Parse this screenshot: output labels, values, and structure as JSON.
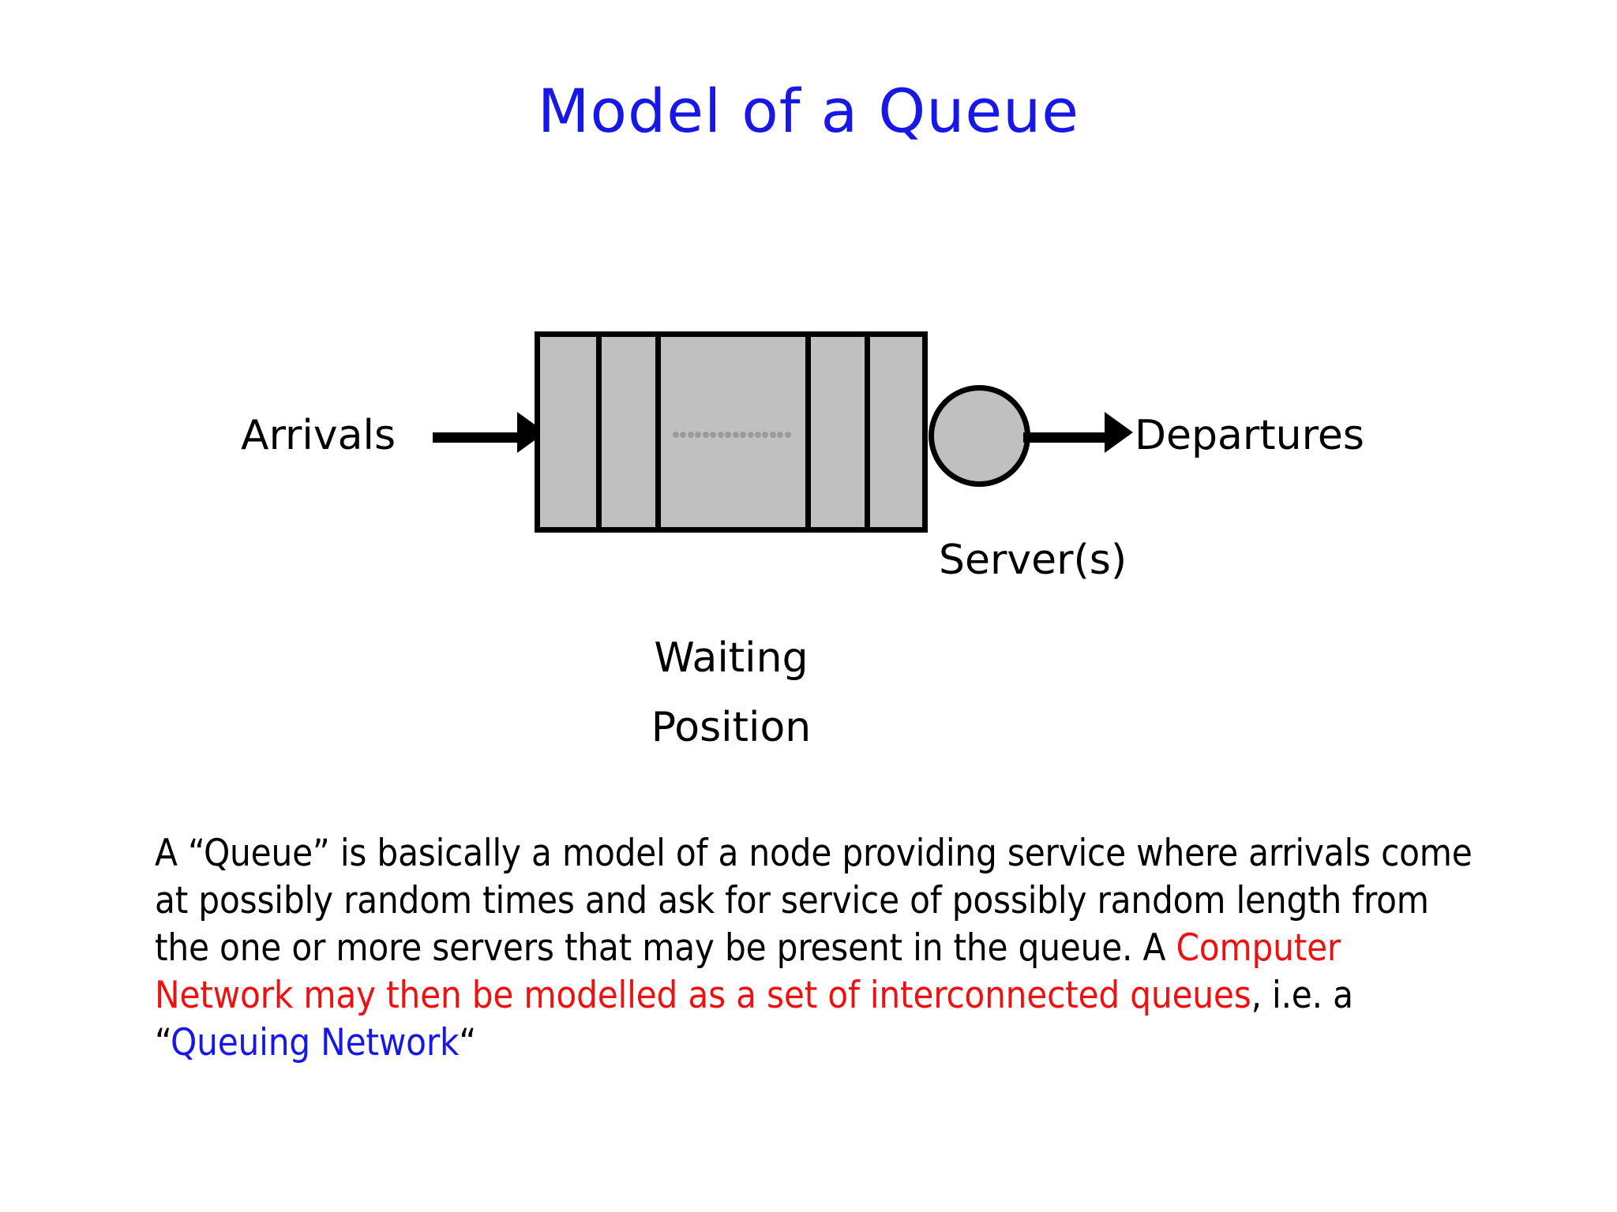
{
  "slide": {
    "title": "Model of a Queue",
    "background_color": "#ffffff"
  },
  "colors": {
    "title_blue": "#1717e6",
    "accent_red": "#ee1111",
    "accent_blue": "#1717e6",
    "shape_fill_gray": "#c0c0c0",
    "shape_stroke": "#000000",
    "dot_gray": "#9b9b9b",
    "body_text": "#000000"
  },
  "diagram": {
    "name": "queue-model-diagram",
    "arrivals_label": "Arrivals",
    "departures_label": "Departures",
    "servers_label": "Server(s)",
    "waiting_label_line1": "Waiting",
    "waiting_label_line2": "Position",
    "waiting_positions_count": 5,
    "ellipsis_dots_count": 16,
    "server_count_shown": 1,
    "arrival_arrow": "right-arrow-icon",
    "departure_arrow": "right-arrow-icon"
  },
  "body": {
    "segments": [
      {
        "text": "A “Queue” is basically a model of a node providing service where arrivals come at possibly random times and ask for service of possibly random length from the one or more servers that may be present in the queue. A ",
        "color": "black"
      },
      {
        "text": "Computer Network may then be modelled as a set of interconnected queues",
        "color": "red"
      },
      {
        "text": ", i.e. a “",
        "color": "black"
      },
      {
        "text": "Queuing Network",
        "color": "blue"
      },
      {
        "text": "“",
        "color": "black"
      }
    ]
  }
}
